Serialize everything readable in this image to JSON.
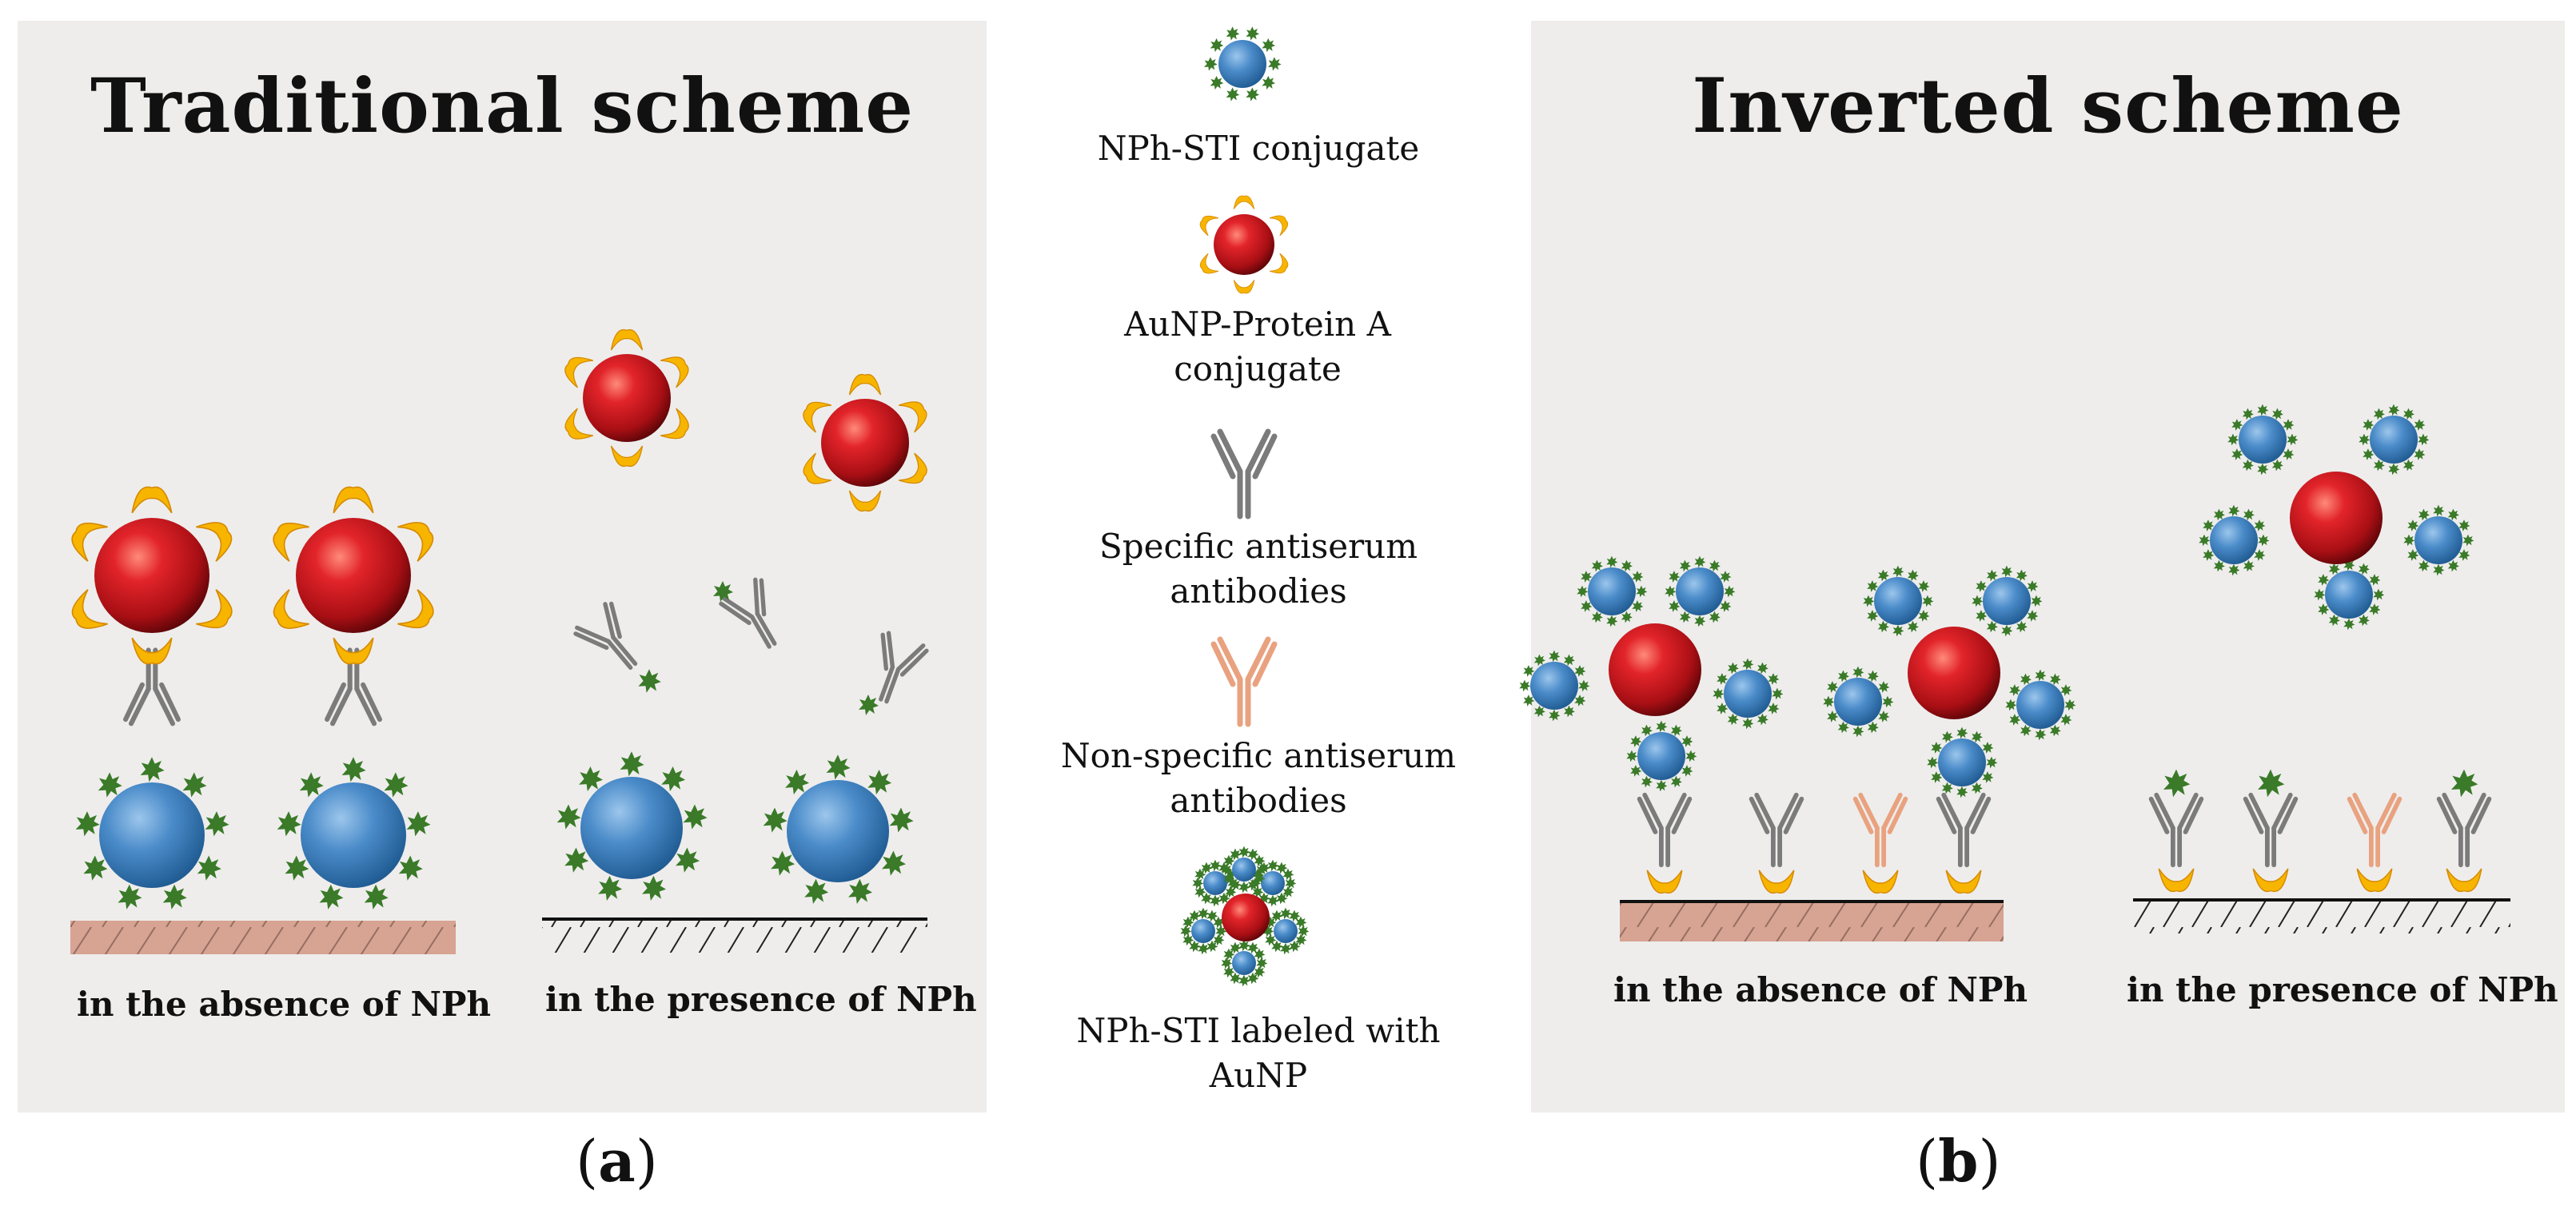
{
  "panel_a": {
    "title": "Traditional scheme",
    "caption_left": "in the absence of NPh",
    "caption_right": "in the presence of NPh",
    "label": "a"
  },
  "panel_b": {
    "title": "Inverted scheme",
    "caption_left": "in the absence of NPh",
    "caption_right": "in the presence of NPh",
    "label": "b"
  },
  "legend": [
    {
      "icon": "nph-sti-conjugate-icon",
      "label": "NPh-STI conjugate"
    },
    {
      "icon": "aunp-protein-a-conjugate-icon",
      "label": "AuNP-Protein A conjugate"
    },
    {
      "icon": "specific-antibody-icon",
      "label": "Specific antiserum antibodies"
    },
    {
      "icon": "non-specific-antibody-icon",
      "label": "Non-specific antiserum antibodies"
    },
    {
      "icon": "nph-sti-labeled-aunp-icon",
      "label": "NPh-STI labeled with AuNP"
    }
  ],
  "colors": {
    "panel_bg": "#eeedec",
    "gold_particle": "#c8141a",
    "protein_a": "#f7b500",
    "nph_sti_particle": "#3f7fbf",
    "nph_hapten": "#3a7a28",
    "specific_antibody": "#7b7b7b",
    "non_specific_antibody": "#e9a27f",
    "membrane": "#d7a392"
  }
}
